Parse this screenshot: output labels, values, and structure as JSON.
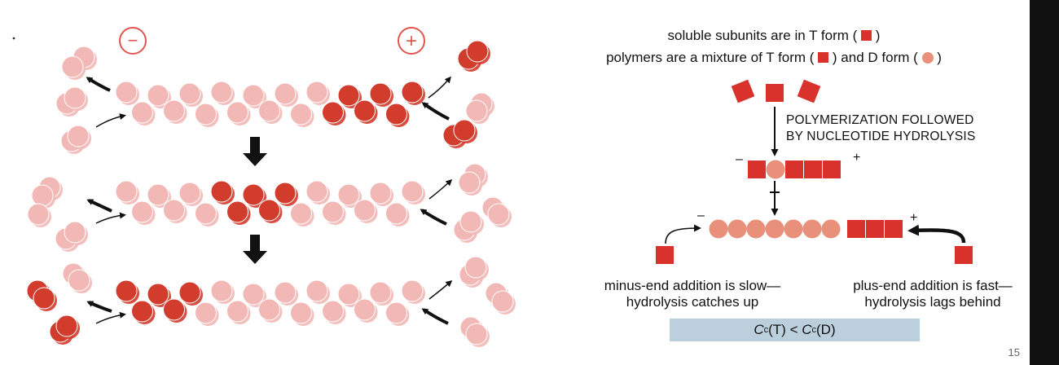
{
  "colors": {
    "t_form": "#d9322d",
    "d_form": "#e8907a",
    "light_subunit": "#f2b8b6",
    "dark_subunit": "#d23c2d",
    "minus_circle": "#e0564f",
    "cc_box": "#bccfdd",
    "arrow": "#111111"
  },
  "left_panel": {
    "minus_symbol": "−",
    "plus_symbol": "+"
  },
  "right_panel": {
    "soluble_text": "soluble subunits are in T form (",
    "soluble_close": ")",
    "polymers_text_a": "polymers are a mixture of T form (",
    "polymers_text_b": ") and D form (",
    "polymers_close": ")",
    "step_label_line1": "POLYMERIZATION FOLLOWED",
    "step_label_line2": "BY NUCLEOTIDE HYDROLYSIS",
    "short_polymer_minus": "–",
    "short_polymer_plus": "+",
    "long_polymer_minus": "–",
    "long_polymer_plus": "+",
    "minus_caption_line1": "minus-end addition is slow—",
    "minus_caption_line2": "hydrolysis catches up",
    "plus_caption_line1": "plus-end addition is fast—",
    "plus_caption_line2": "hydrolysis lags behind",
    "cc_c1": "C",
    "cc_s1": "c",
    "cc_t": "(T) < ",
    "cc_c2": "C",
    "cc_s2": "c",
    "cc_d": "(D)"
  },
  "page_number": "15"
}
